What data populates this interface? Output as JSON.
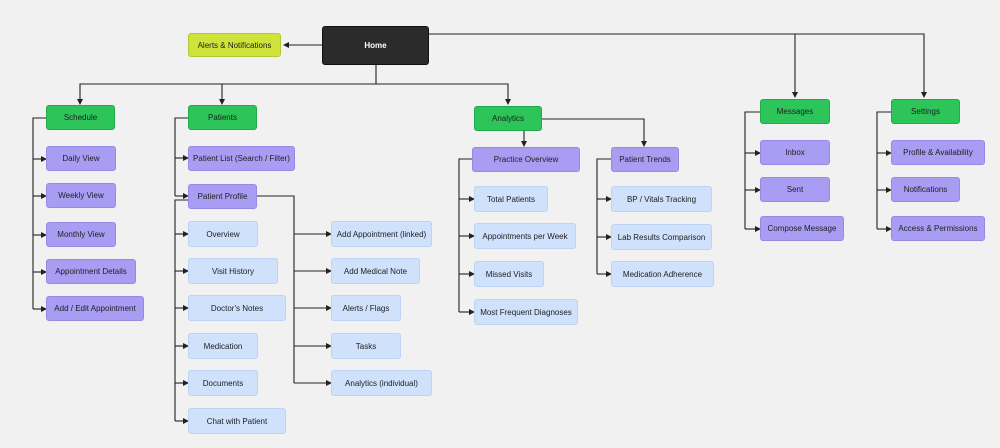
{
  "nodes": {
    "home": "Home",
    "alerts": "Alerts & Notifications",
    "schedule": "Schedule",
    "schedule_daily": "Daily View",
    "schedule_weekly": "Weekly View",
    "schedule_monthly": "Monthly View",
    "schedule_details": "Appointment Details",
    "schedule_add_edit": "Add / Edit Appointment",
    "patients": "Patients",
    "patients_list": "Patient List (Search / Filter)",
    "patients_profile": "Patient Profile",
    "profile_overview": "Overview",
    "profile_visit_history": "Visit History",
    "profile_doctors_notes": "Doctor's Notes",
    "profile_medication": "Medication",
    "profile_documents": "Documents",
    "profile_chat": "Chat with Patient",
    "profile_add_appointment": "Add Appointment (linked)",
    "profile_add_note": "Add Medical Note",
    "profile_alerts_flags": "Alerts / Flags",
    "profile_tasks": "Tasks",
    "profile_analytics": "Analytics (individual)",
    "analytics": "Analytics",
    "practice_overview": "Practice Overview",
    "practice_total_patients": "Total Patients",
    "practice_appointments": "Appointments per Week",
    "practice_missed": "Missed Visits",
    "practice_diagnoses": "Most Frequent Diagnoses",
    "patient_trends": "Patient Trends",
    "trends_bp": "BP / Vitals Tracking",
    "trends_lab": "Lab Results Comparison",
    "trends_adherence": "Medication Adherence",
    "messages": "Messages",
    "messages_inbox": "Inbox",
    "messages_sent": "Sent",
    "messages_compose": "Compose Message",
    "settings": "Settings",
    "settings_profile": "Profile & Availability",
    "settings_notifications": "Notifications",
    "settings_access": "Access & Permissions"
  },
  "colors": {
    "background": "#f1f1f1",
    "home": "#2b2b2b",
    "alert": "#cfe33a",
    "section": "#2dc45a",
    "subsection": "#a99cf3",
    "leaf": "#cfe1fb",
    "connector": "#222222"
  }
}
